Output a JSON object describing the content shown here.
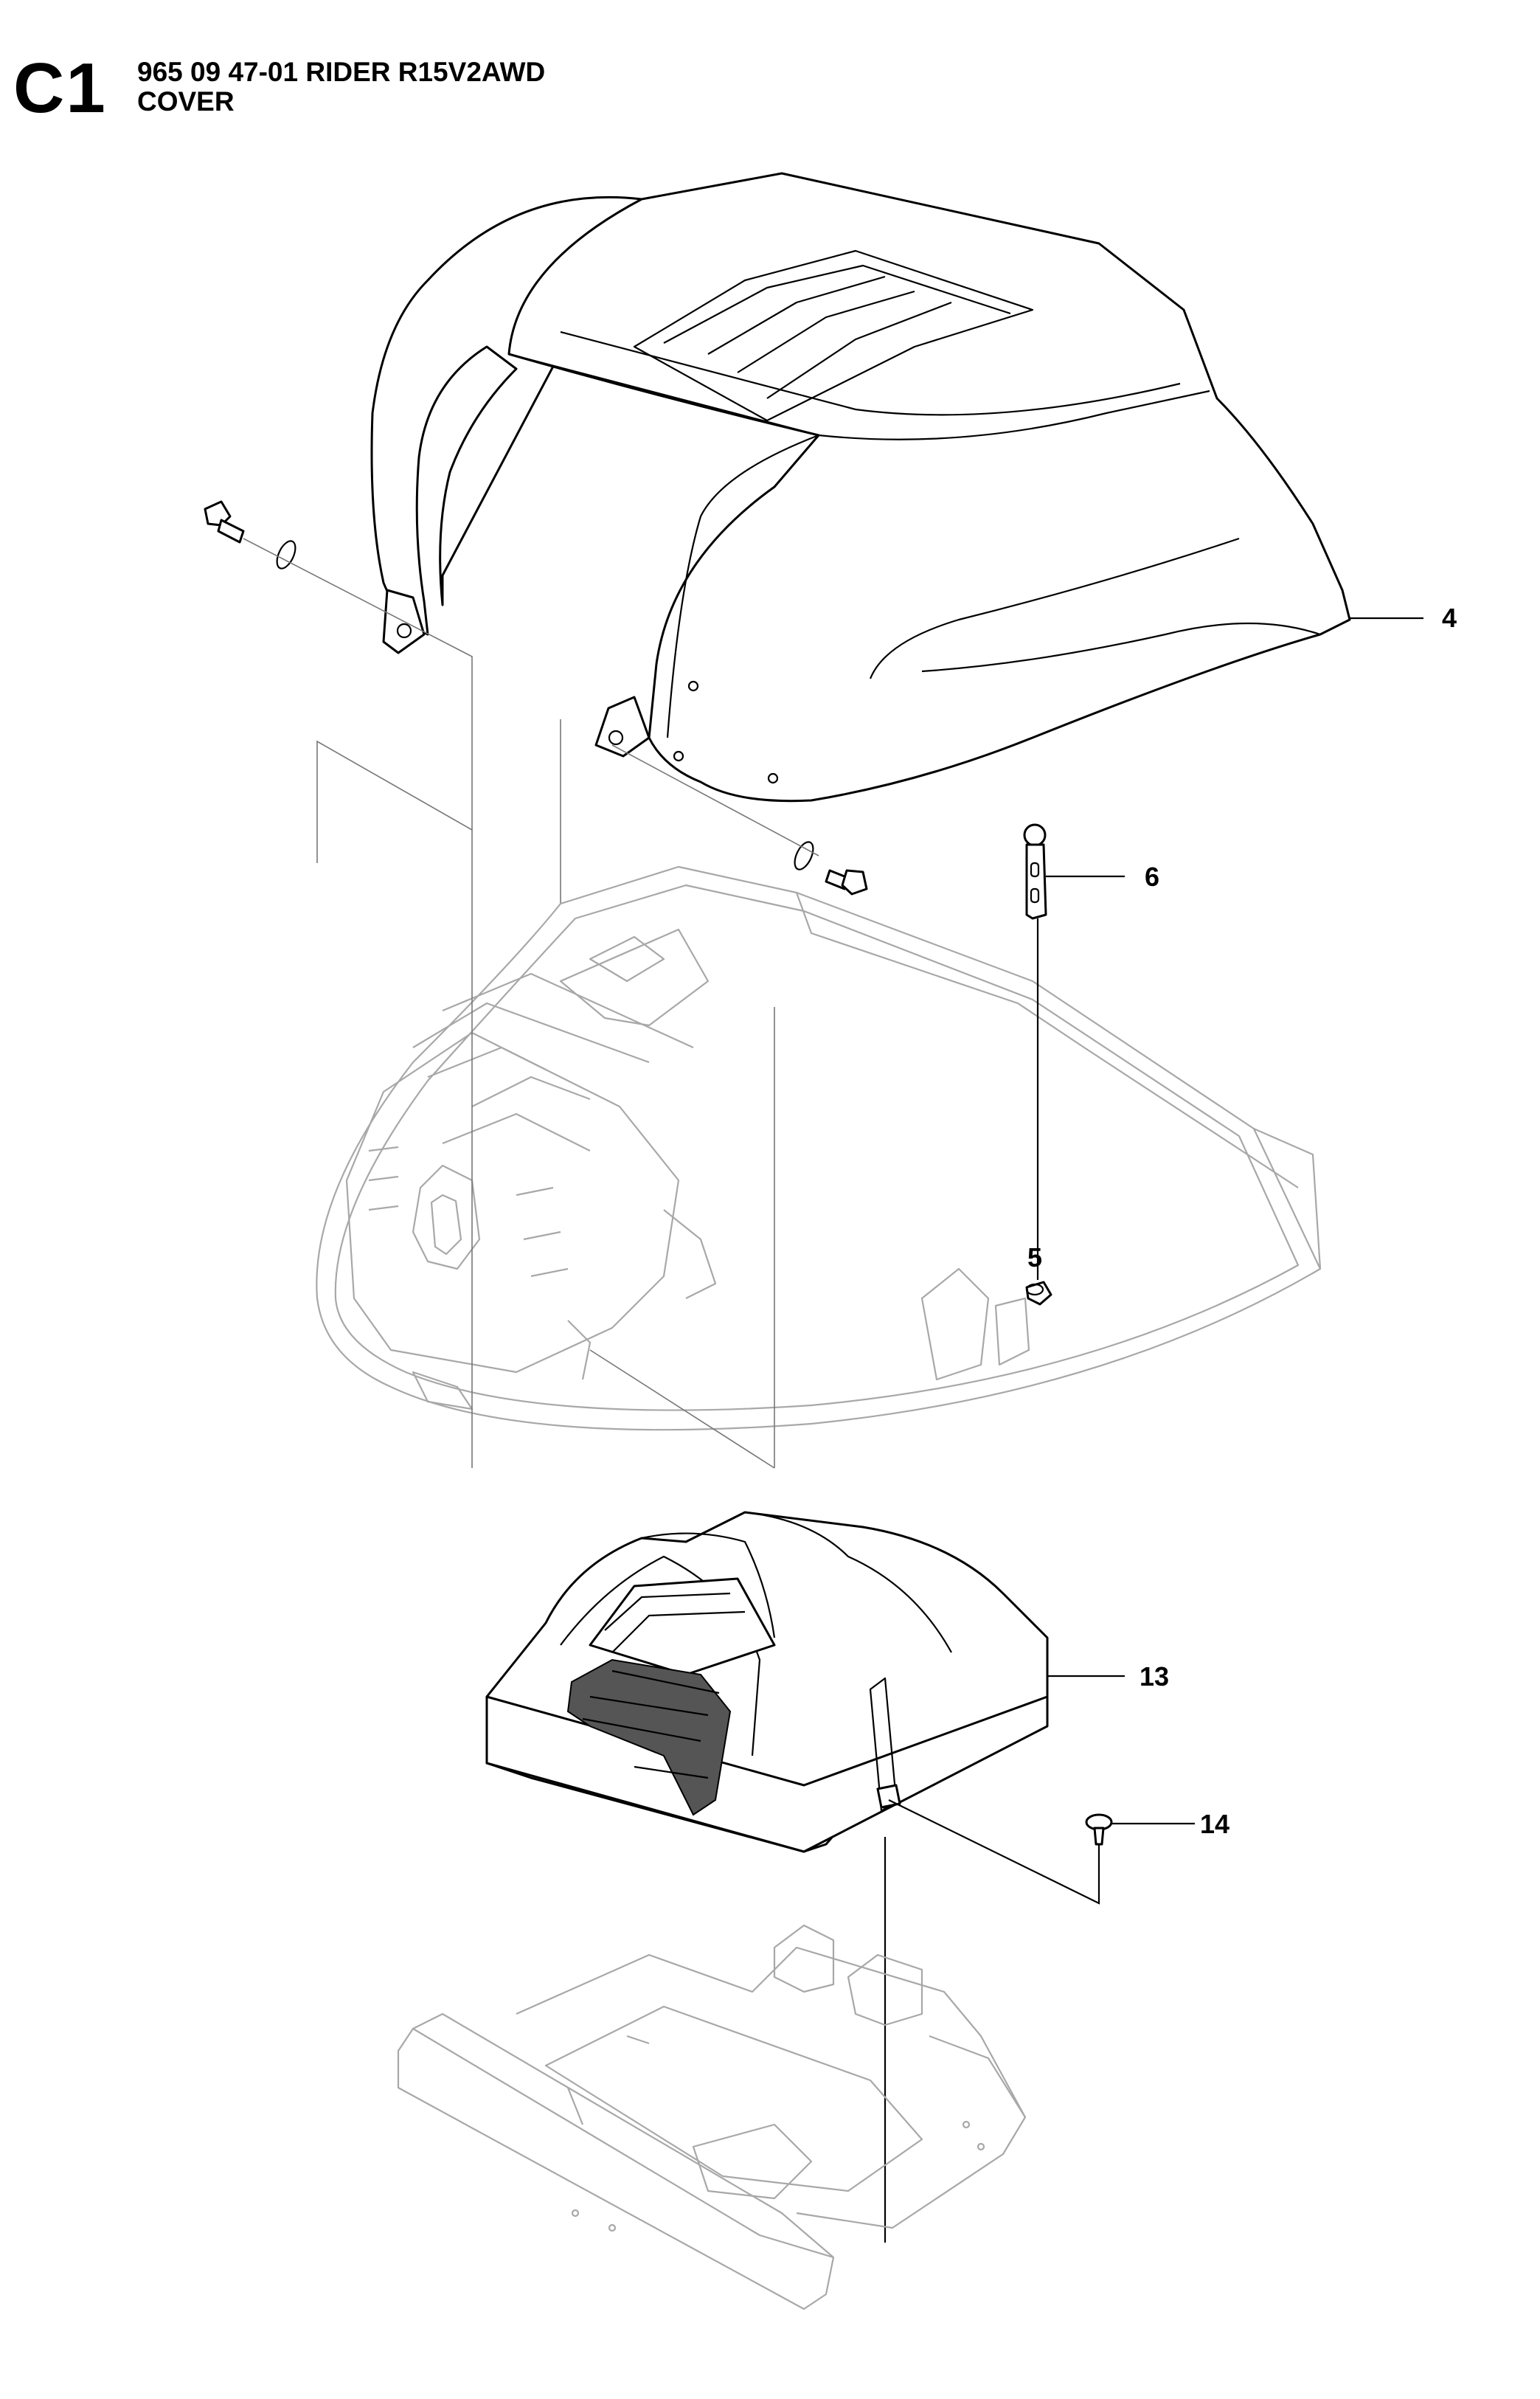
{
  "header": {
    "section_code": "C1",
    "model_line": "965 09 47-01 RIDER R15V2AWD",
    "group_name": "COVER"
  },
  "callouts": [
    {
      "id": "callout-4",
      "label": "4"
    },
    {
      "id": "callout-6",
      "label": "6"
    },
    {
      "id": "callout-5",
      "label": "5"
    },
    {
      "id": "callout-13",
      "label": "13"
    },
    {
      "id": "callout-14",
      "label": "14"
    }
  ],
  "colors": {
    "line": "#000000",
    "ghost_line": "#a8a8a8",
    "background": "#ffffff"
  }
}
